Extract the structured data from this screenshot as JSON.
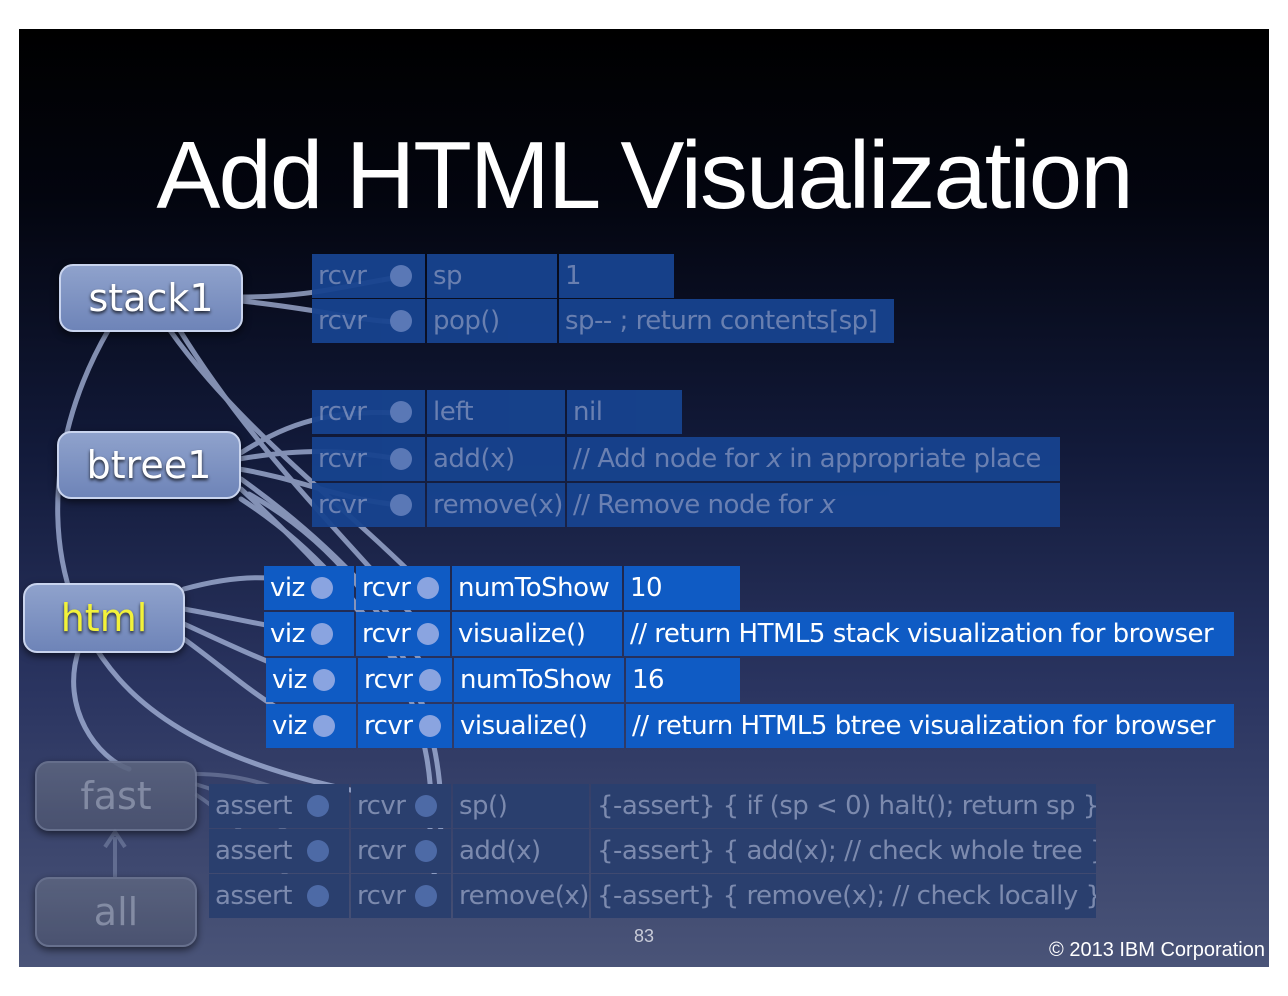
{
  "title": "Add HTML Visualization",
  "contexts": {
    "stack1": "stack1",
    "btree1": "btree1",
    "html": "html",
    "fast": "fast",
    "all": "all"
  },
  "stack_rows": [
    {
      "r": "rcvr",
      "sel": "sp",
      "val": "1"
    },
    {
      "r": "rcvr",
      "sel": "pop()",
      "val": "sp-- ;  return contents[sp]"
    }
  ],
  "btree_rows": [
    {
      "r": "rcvr",
      "sel": "left",
      "val": "nil"
    },
    {
      "r": "rcvr",
      "sel": "add(x)",
      "val_a": "// Add node for ",
      "val_x": "x",
      "val_b": " in appropriate place"
    },
    {
      "r": "rcvr",
      "sel": "remove(x)",
      "val_a": "// Remove node for ",
      "val_x": "x"
    }
  ],
  "html_rows": [
    {
      "v": "viz",
      "r": "rcvr",
      "sel": "numToShow",
      "val": "10"
    },
    {
      "v": "viz",
      "r": "rcvr",
      "sel": "visualize()",
      "val": "// return HTML5 stack visualization for browser"
    },
    {
      "v": "viz",
      "r": "rcvr",
      "sel": "numToShow",
      "val": "16"
    },
    {
      "v": "viz",
      "r": "rcvr",
      "sel": "visualize()",
      "val": "// return HTML5 btree visualization for browser"
    }
  ],
  "assert_rows": [
    {
      "a": "assert",
      "r": "rcvr",
      "sel": "sp()",
      "val": "{-assert} { if (sp < 0) halt(); return sp }"
    },
    {
      "a": "assert",
      "r": "rcvr",
      "sel": "add(x)",
      "val": "{-assert} { add(x); // check whole tree }"
    },
    {
      "a": "assert",
      "r": "rcvr",
      "sel": "remove(x)",
      "val": "{-assert} { remove(x); // check locally }"
    }
  ],
  "page_number": "83",
  "copyright": "©  2013 IBM Corporation",
  "colors": {
    "html_label": "#f2f23a",
    "bright_row": "#0f5bc4",
    "dim_row": "#17438f"
  }
}
